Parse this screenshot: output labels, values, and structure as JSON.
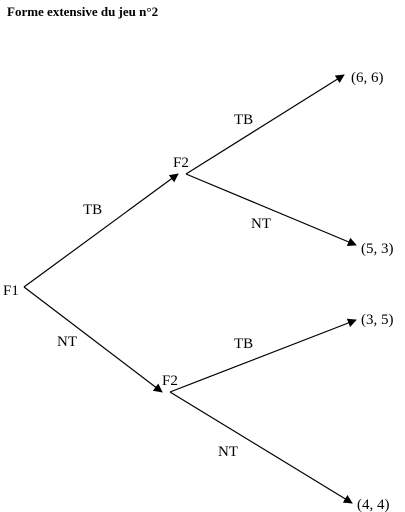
{
  "title": "Forme extensive du jeu n°2",
  "tree": {
    "root": {
      "player": "F1"
    },
    "nodes": {
      "upper": {
        "player": "F2"
      },
      "lower": {
        "player": "F2"
      }
    },
    "actions": {
      "root_to_upper": "TB",
      "root_to_lower": "NT",
      "upper_to_a": "TB",
      "upper_to_b": "NT",
      "lower_to_c": "TB",
      "lower_to_d": "NT"
    },
    "payoffs": {
      "a": "(6, 6)",
      "b": "(5, 3)",
      "c": "(3, 5)",
      "d": "(4, 4)"
    }
  }
}
